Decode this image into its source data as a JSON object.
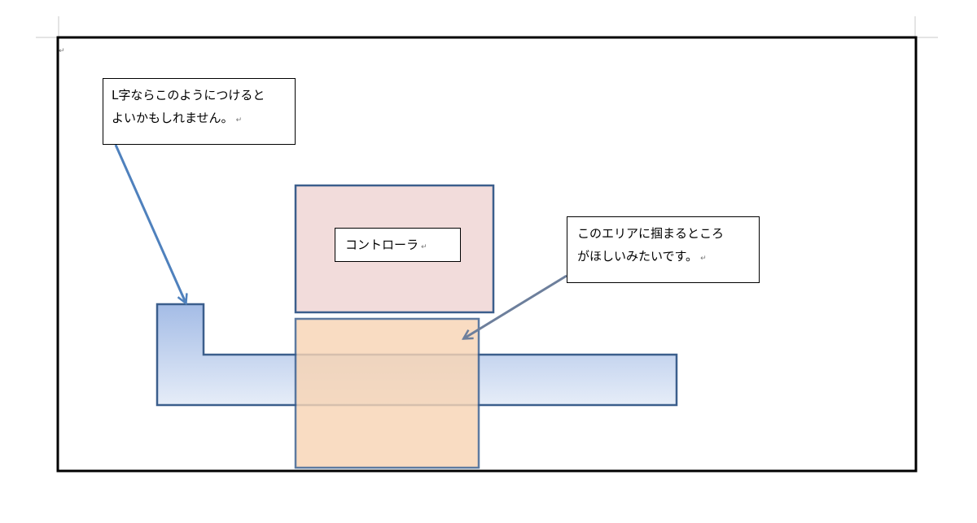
{
  "callouts": {
    "l_shape": {
      "line1": "L字ならこのようにつけると",
      "line2": "よいかもしれません。"
    },
    "area": {
      "line1": "このエリアに掴まるところ",
      "line2": "がほしいみたいです。"
    }
  },
  "controller": {
    "label": "コントローラ"
  },
  "marks": {
    "paragraph_return": "↵"
  },
  "colors": {
    "frame_border": "#000000",
    "shape_stroke": "#3b5e8c",
    "controller_fill": "#f2dcdb",
    "orange_fill": "#f8d5b5",
    "l_shape_fill_top": "#a4bce6",
    "l_shape_fill_bottom": "#e6edf8",
    "arrow_color": "#4f81bd",
    "arrow_color_2": "#6d7f9c",
    "crop_marks": "#c8c8c8"
  }
}
